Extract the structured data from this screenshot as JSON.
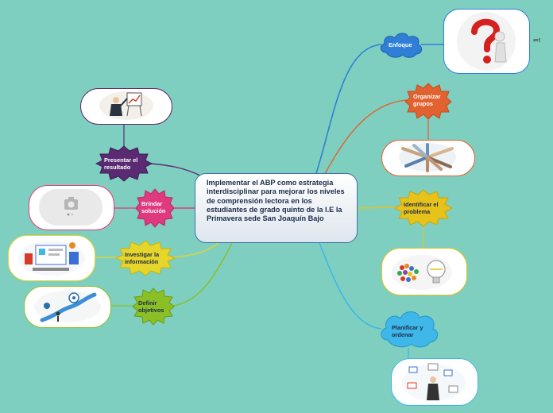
{
  "central_topic": "Implementar el ABP como estrategia interdisciplinar para mejorar los niveles de comprensión lectora en los estudiantes de grado quinto de la I.E la Primavera sede San Joaquín Bajo",
  "branches": {
    "enfoque": "Enfoque",
    "organizar": "Organizar grupos",
    "identificar": "Identificar el problema",
    "planificar": "Planificar y ordenar",
    "presentar": "Presentar el resultado",
    "brindar": "Brindar solución",
    "investigar": "Investigar la información",
    "definir": "Definir objetivos"
  },
  "note_icon": "≔!",
  "icons": [
    "question-mark-figure-image",
    "presenter-chart-image",
    "camera-placeholder-icon",
    "research-tools-image",
    "goals-path-image",
    "team-hands-image",
    "crowd-lightbulb-image",
    "planning-person-image"
  ],
  "colors": {
    "background": "#7fcfc0",
    "enfoque": "#2f7fd6",
    "organizar": "#e2622f",
    "identificar": "#e7c21a",
    "planificar": "#3fb7e8",
    "presentar": "#5a2a72",
    "brindar": "#e0397e",
    "investigar": "#e6d52a",
    "definir": "#8bbf26"
  }
}
